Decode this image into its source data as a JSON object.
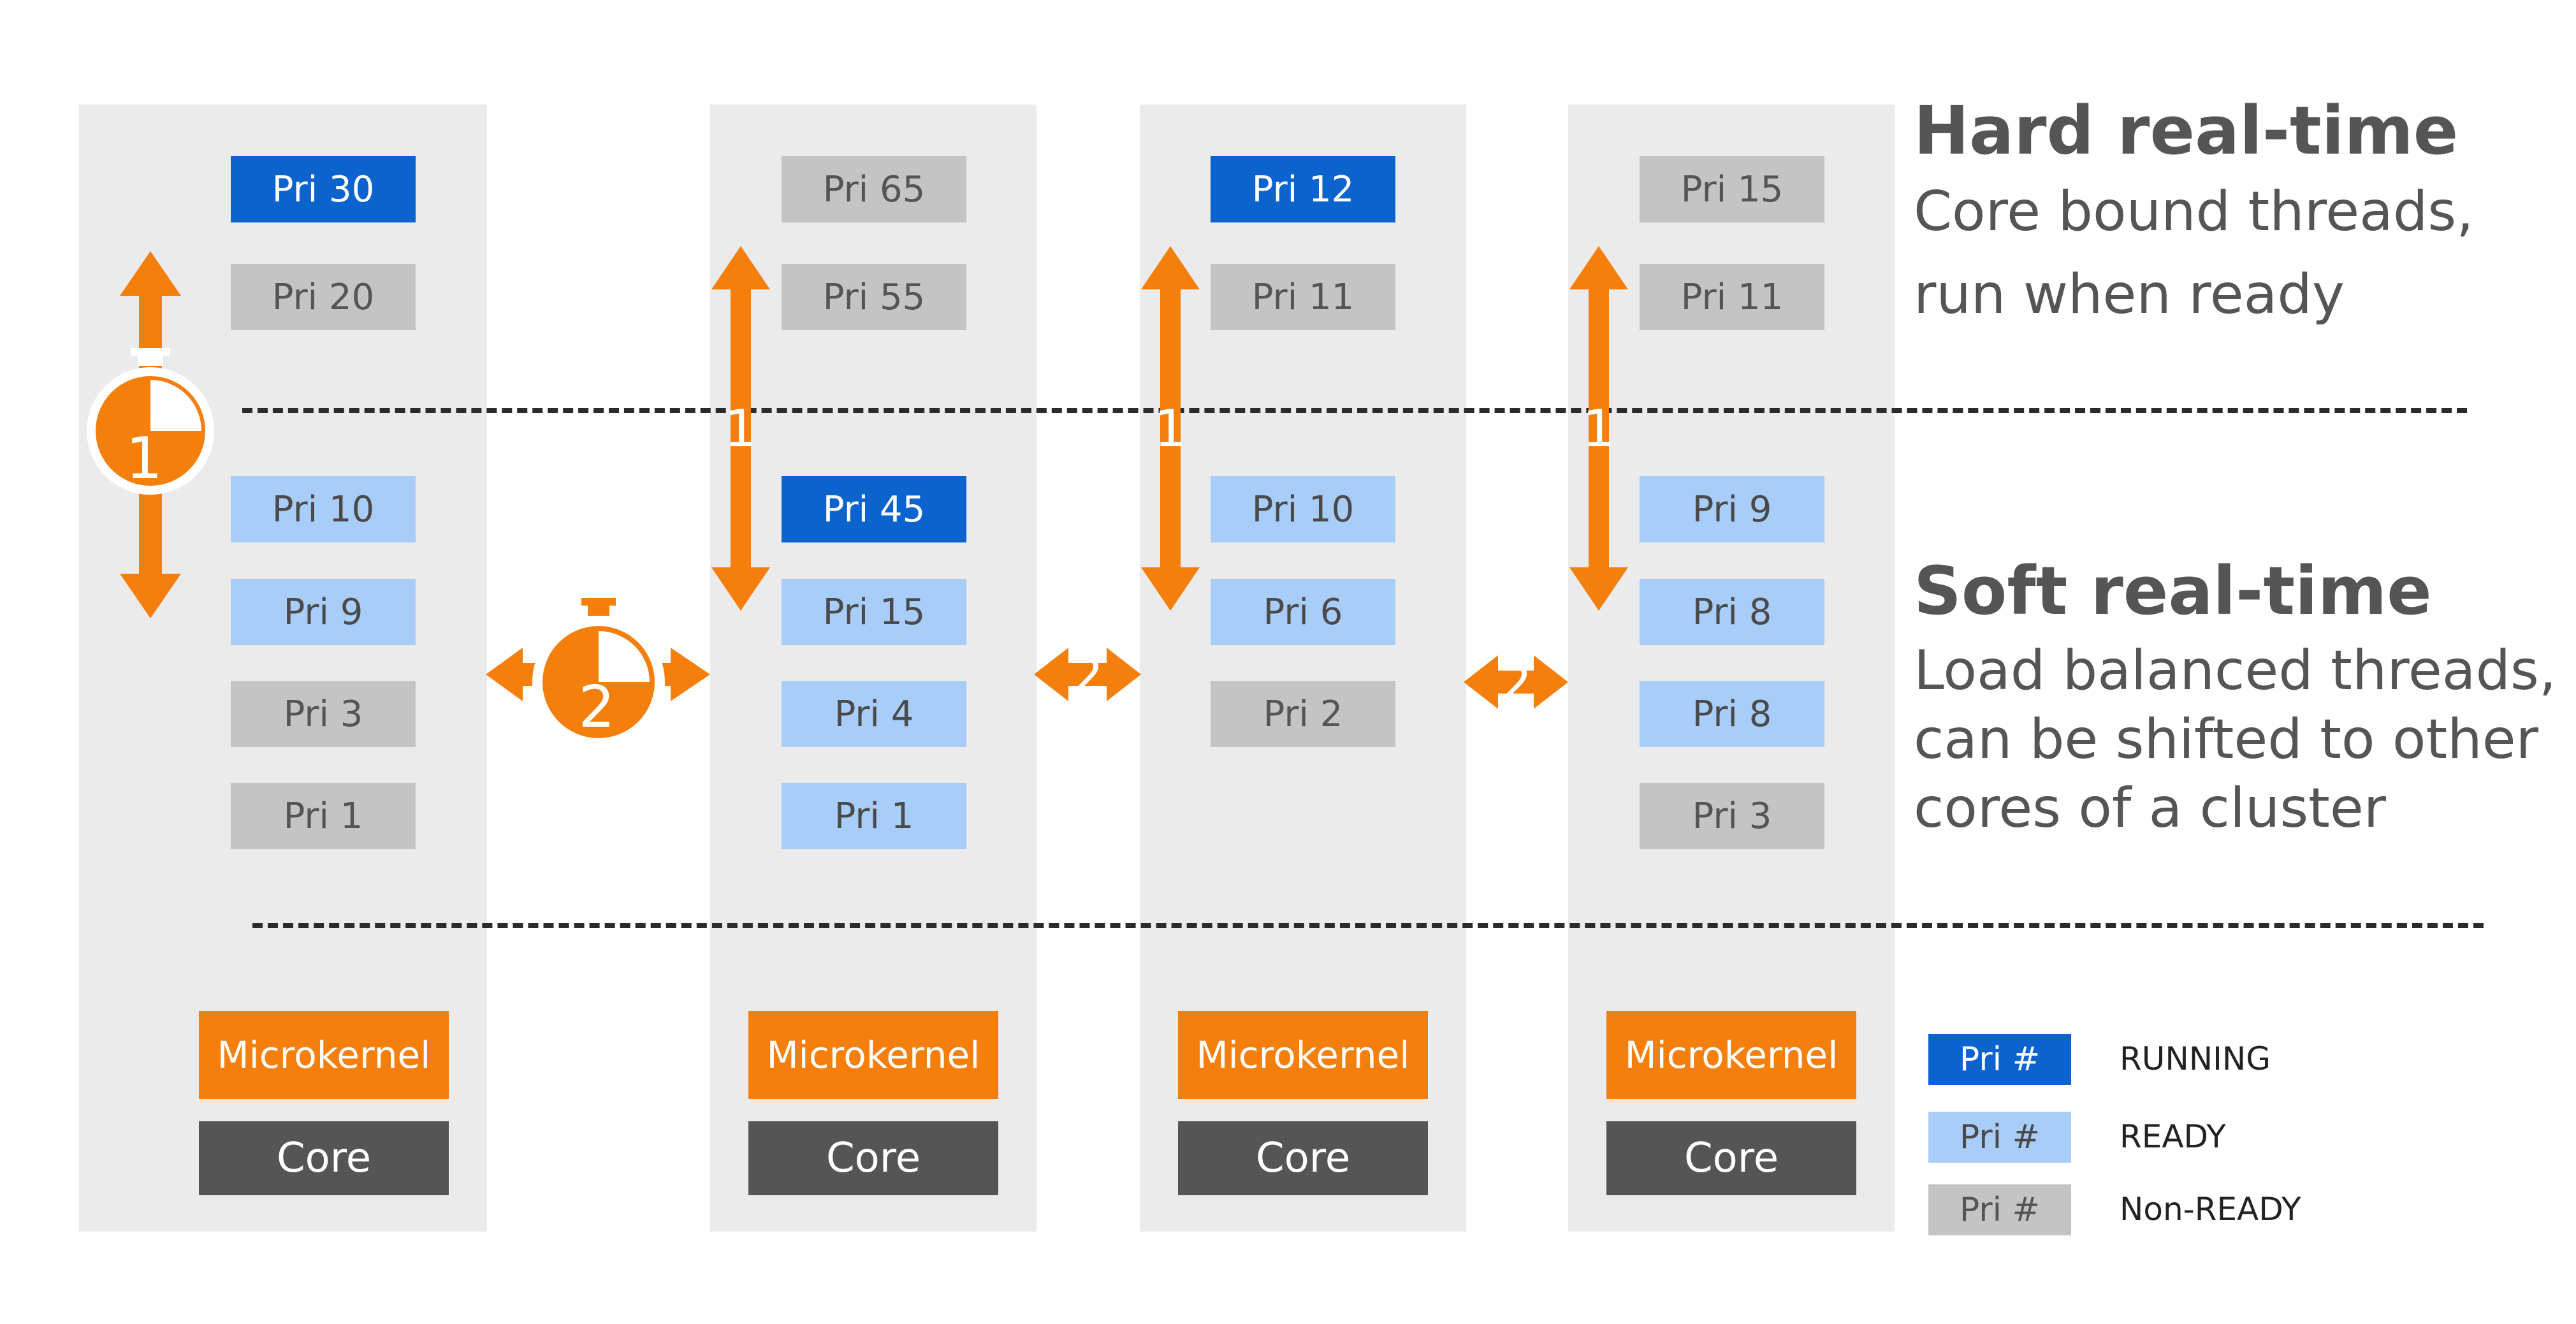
{
  "columns": [
    {
      "threads": [
        {
          "label": "Pri 30",
          "state": "running"
        },
        {
          "label": "Pri 20",
          "state": "nonready"
        },
        {
          "label": "Pri 10",
          "state": "ready"
        },
        {
          "label": "Pri 9",
          "state": "ready"
        },
        {
          "label": "Pri 3",
          "state": "nonready"
        },
        {
          "label": "Pri 1",
          "state": "nonready"
        }
      ],
      "microkernel": "Microkernel",
      "core": "Core"
    },
    {
      "threads": [
        {
          "label": "Pri 65",
          "state": "nonready"
        },
        {
          "label": "Pri 55",
          "state": "nonready"
        },
        {
          "label": "Pri 45",
          "state": "running"
        },
        {
          "label": "Pri 15",
          "state": "ready"
        },
        {
          "label": "Pri 4",
          "state": "ready"
        },
        {
          "label": "Pri 1",
          "state": "ready"
        }
      ],
      "microkernel": "Microkernel",
      "core": "Core"
    },
    {
      "threads": [
        {
          "label": "Pri 12",
          "state": "running"
        },
        {
          "label": "Pri 11",
          "state": "nonready"
        },
        {
          "label": "Pri 10",
          "state": "ready"
        },
        {
          "label": "Pri 6",
          "state": "ready"
        },
        {
          "label": "Pri 2",
          "state": "nonready"
        }
      ],
      "microkernel": "Microkernel",
      "core": "Core"
    },
    {
      "threads": [
        {
          "label": "Pri 15",
          "state": "nonready"
        },
        {
          "label": "Pri 11",
          "state": "nonready"
        },
        {
          "label": "Pri 9",
          "state": "ready"
        },
        {
          "label": "Pri 8",
          "state": "ready"
        },
        {
          "label": "Pri 8",
          "state": "ready"
        },
        {
          "label": "Pri 3",
          "state": "nonready"
        }
      ],
      "microkernel": "Microkernel",
      "core": "Core"
    }
  ],
  "hard": {
    "title": "Hard real-time",
    "line1": "Core bound threads,",
    "line2": "run when ready"
  },
  "soft": {
    "title": "Soft real-time",
    "line1": "Load balanced threads,",
    "line2": "can be shifted to other",
    "line3": "cores of a cluster"
  },
  "legend": [
    {
      "swatch": "Pri #",
      "text": "RUNNING",
      "state": "running"
    },
    {
      "swatch": "Pri #",
      "text": "READY",
      "state": "ready"
    },
    {
      "swatch": "Pri #",
      "text": "Non-READY",
      "state": "nonready"
    }
  ],
  "markers": {
    "one": "1",
    "two": "2"
  },
  "colors": {
    "running": "#0b63ce",
    "ready": "#a9cdf9",
    "nonready": "#c4c4c4",
    "orange": "#f57f0d",
    "core": "#555555",
    "column_bg": "#ebebeb"
  }
}
